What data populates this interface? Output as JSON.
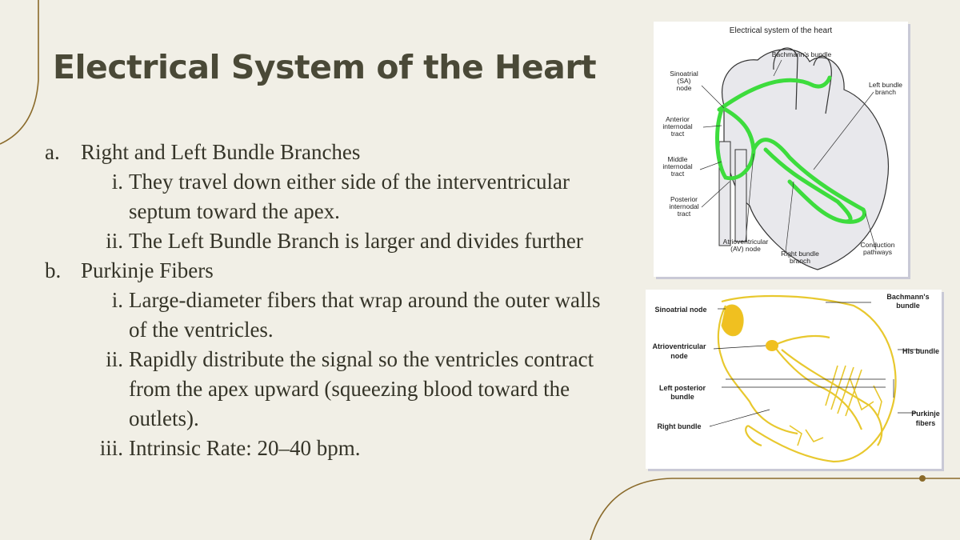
{
  "slide": {
    "title": "Electrical System of the Heart",
    "sections": [
      {
        "marker": "a.",
        "text": "Right and Left Bundle Branches",
        "items": [
          {
            "marker": "i.",
            "text": "They travel down either side of the interventricular septum toward the apex."
          },
          {
            "marker": "ii.",
            "text": "The Left Bundle Branch is larger and divides further"
          }
        ]
      },
      {
        "marker": "b.",
        "text": "Purkinje Fibers",
        "items": [
          {
            "marker": "i.",
            "text": "Large-diameter fibers that wrap around the outer walls of the ventricles."
          },
          {
            "marker": "ii.",
            "text": "Rapidly distribute the signal so the ventricles contract from the apex upward (squeezing blood toward the outlets)."
          },
          {
            "marker": "iii.",
            "text": "Intrinsic Rate: 20–40 bpm."
          }
        ]
      }
    ]
  },
  "figure1": {
    "title": "Electrical system of the heart",
    "labels": {
      "bachmann": "Bachmann's bundle",
      "sa_1": "Sinoatrial",
      "sa_2": "(SA)",
      "sa_3": "node",
      "lbb_1": "Left bundle",
      "lbb_2": "branch",
      "ant_1": "Anterior",
      "ant_2": "internodal",
      "ant_3": "tract",
      "mid_1": "Middle",
      "mid_2": "internodal",
      "mid_3": "tract",
      "post_1": "Posterior",
      "post_2": "internodal",
      "post_3": "tract",
      "av_1": "Atrioventricular",
      "av_2": "(AV) node",
      "rbb_1": "Right bundle",
      "rbb_2": "branch",
      "cond_1": "Conduction",
      "cond_2": "pathways"
    },
    "colors": {
      "pathway": "#3ddc3d",
      "heart_fill": "#e6e6ea",
      "outline": "#333333"
    }
  },
  "figure2": {
    "labels": {
      "bachmann_1": "Bachmann's",
      "bachmann_2": "bundle",
      "sa": "Sinoatrial node",
      "av_1": "Atrioventricular",
      "av_2": "node",
      "his": "His bundle",
      "lpb_1": "Left posterior",
      "lpb_2": "bundle",
      "purk_1": "Purkinje",
      "purk_2": "fibers",
      "rb": "Right bundle"
    },
    "colors": {
      "conduction": "#e8c82e",
      "node": "#f0c020"
    }
  },
  "theme": {
    "background": "#f1efe6",
    "accent": "#8a6a2a",
    "title_color": "#4a4937"
  }
}
